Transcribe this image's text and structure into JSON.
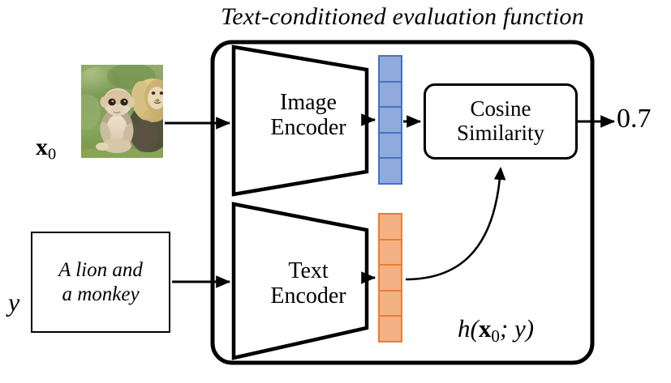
{
  "diagram": {
    "title": "Text-conditioned evaluation function",
    "function_label_html": "h(x0; y)",
    "function_label_plain": "h(x_0; y)",
    "output_value": "0.7",
    "input_image_label": "x_0",
    "input_text_label": "y",
    "prompt_line1": "A lion and",
    "prompt_line2": "a monkey",
    "image_encoder_line1": "Image",
    "image_encoder_line2": "Encoder",
    "text_encoder_line1": "Text",
    "text_encoder_line2": "Encoder",
    "cosine_line1": "Cosine",
    "cosine_line2": "Similarity",
    "photo_alt": "photo of a monkey sitting beside a lion on grass"
  },
  "vectors": {
    "image_embedding": {
      "cells": 5,
      "fill": "#8FAADC",
      "stroke": "#4472C4"
    },
    "text_embedding": {
      "cells": 5,
      "fill": "#F4B183",
      "stroke": "#ED7D31"
    }
  },
  "colors": {
    "stroke": "#000000",
    "background": "#ffffff",
    "blue_fill": "#8FAADC",
    "blue_stroke": "#4472C4",
    "orange_fill": "#F4B183",
    "orange_stroke": "#ED7D31"
  }
}
